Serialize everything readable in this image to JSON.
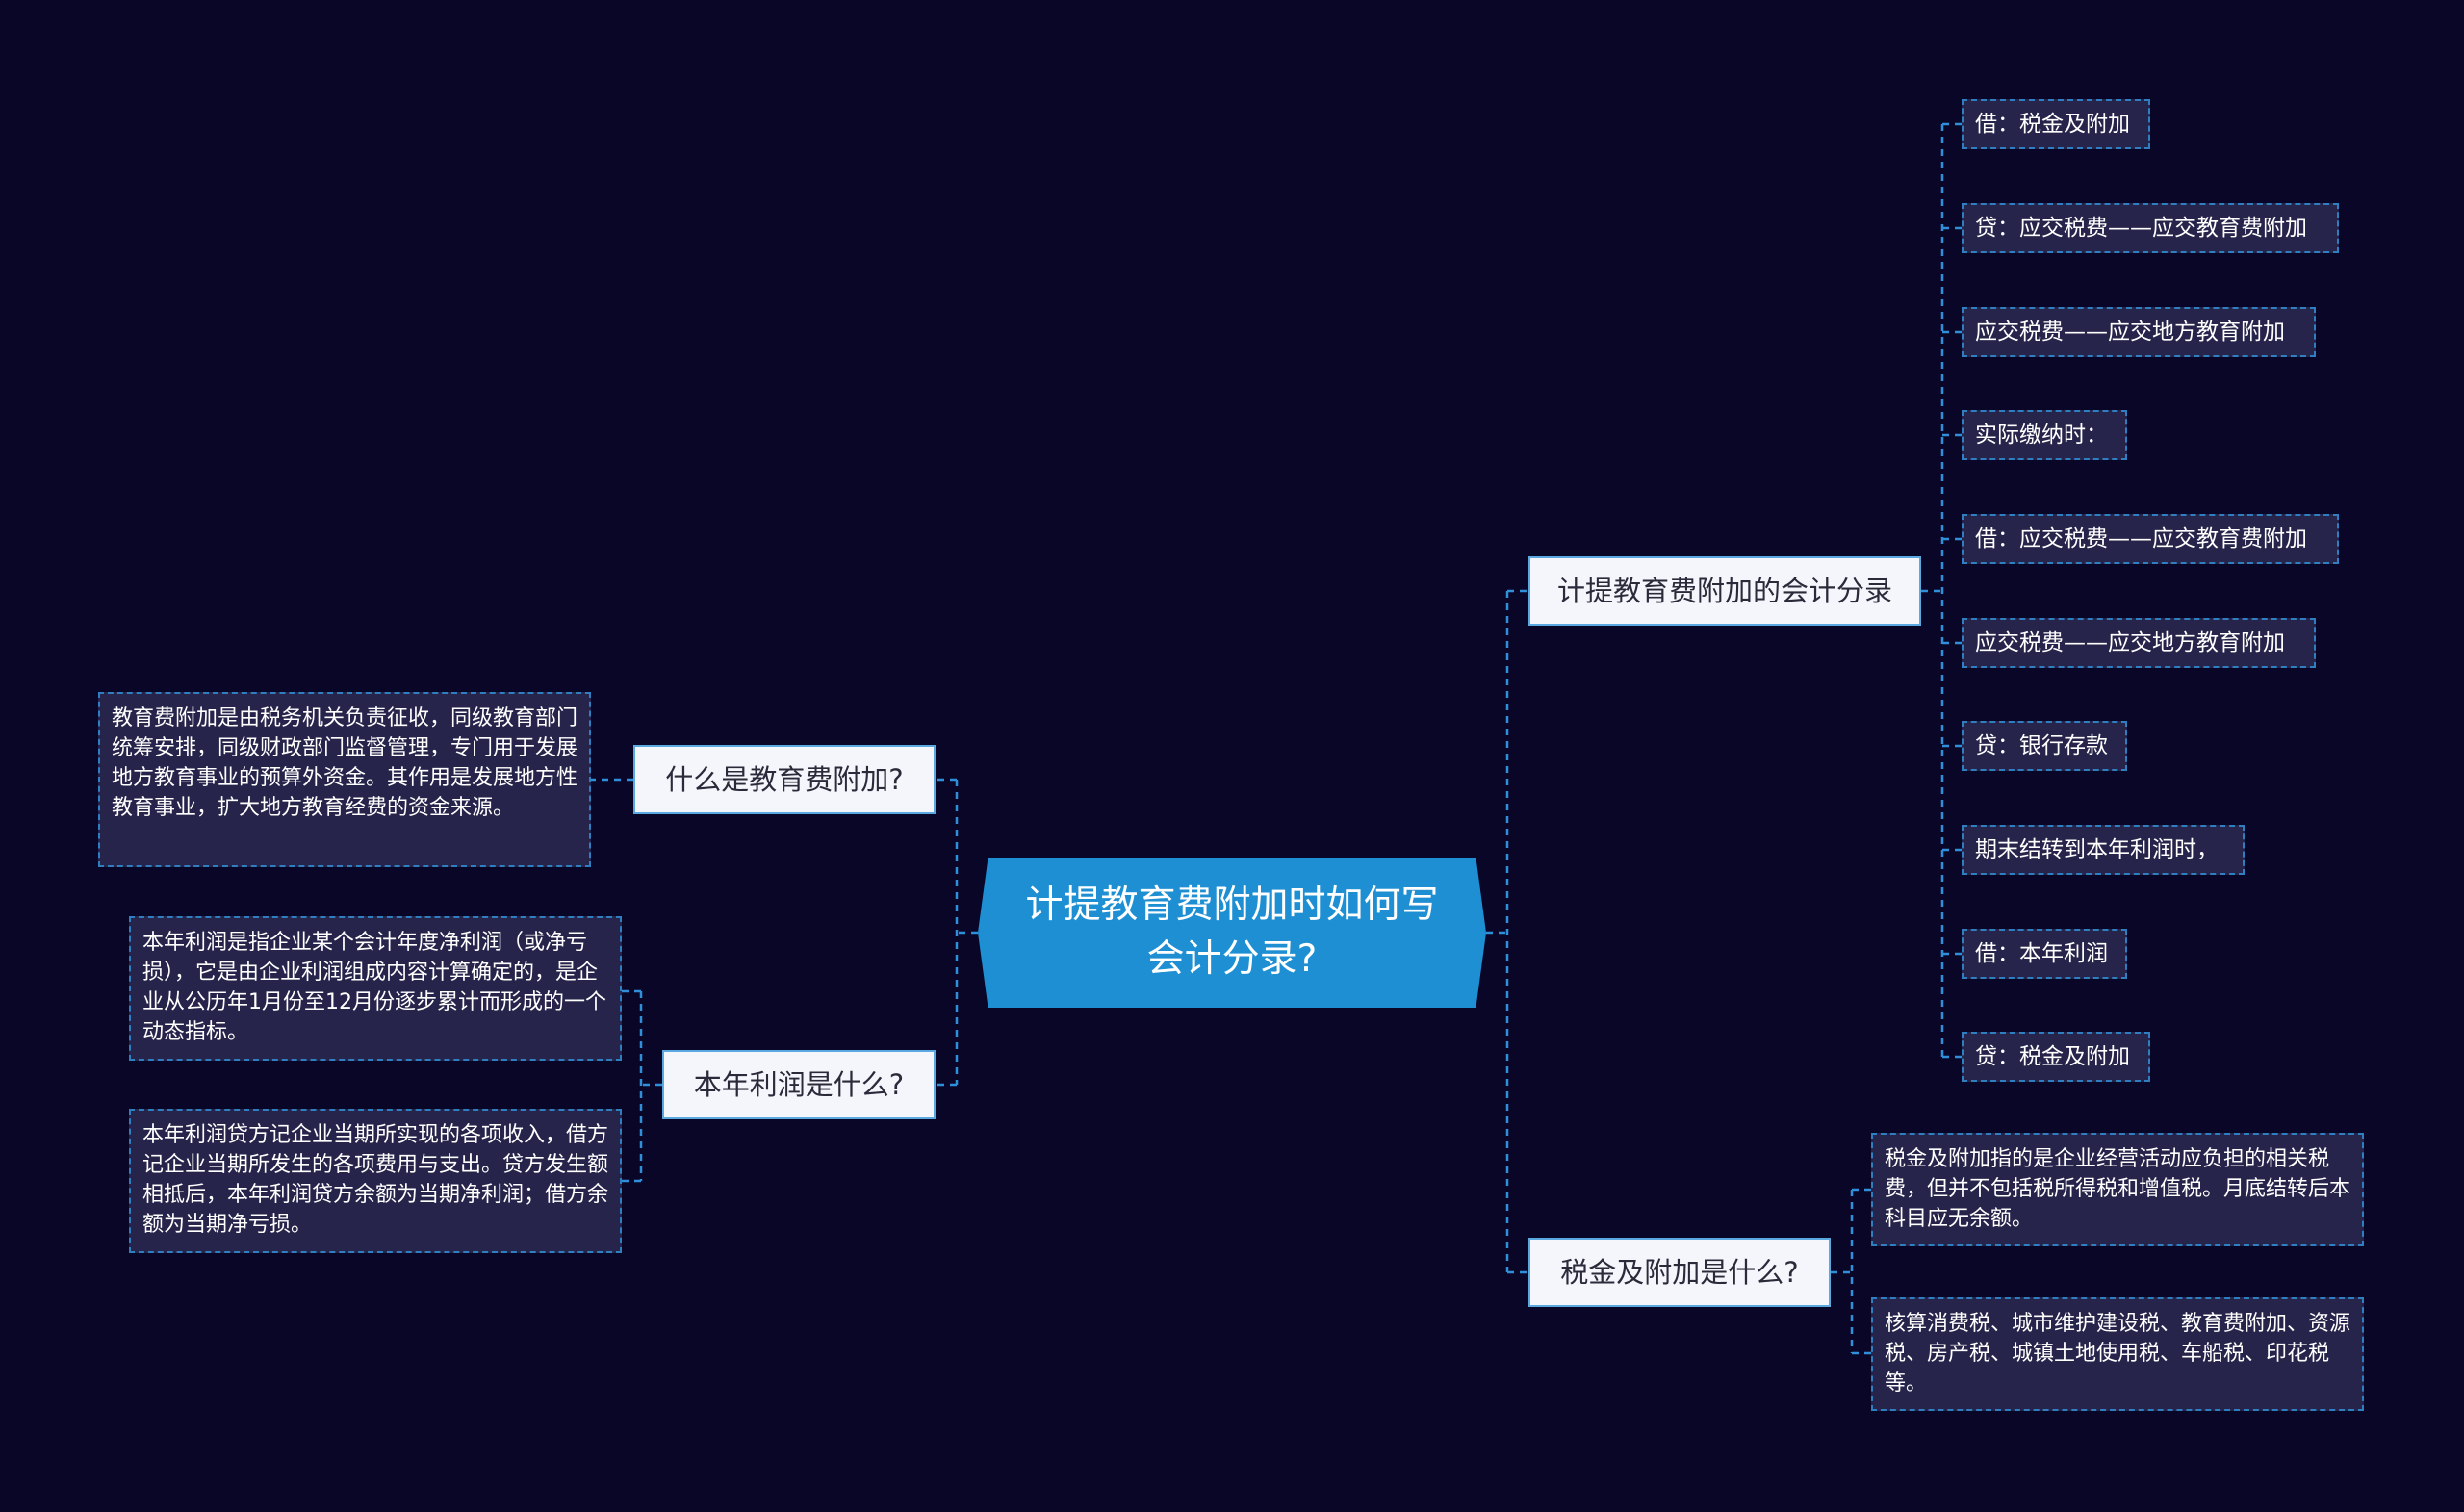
{
  "center": {
    "title": "计提教育费附加时如何写会计分录?"
  },
  "branches": {
    "entries": {
      "label": "计提教育费附加的会计分录",
      "items": [
        "借：税金及附加",
        "贷：应交税费——应交教育费附加",
        "应交税费——应交地方教育附加",
        "实际缴纳时：",
        "借：应交税费——应交教育费附加",
        "应交税费——应交地方教育附加",
        "贷：银行存款",
        "期末结转到本年利润时，",
        "借：本年利润",
        "贷：税金及附加"
      ]
    },
    "tax_surcharge": {
      "label": "税金及附加是什么?",
      "items": [
        "税金及附加指的是企业经营活动应负担的相关税费，但并不包括税所得税和增值税。月底结转后本科目应无余额。",
        "核算消费税、城市维护建设税、教育费附加、资源税、房产税、城镇土地使用税、车船税、印花税等。"
      ]
    },
    "what_is_edu": {
      "label": "什么是教育费附加?",
      "items": [
        "教育费附加是由税务机关负责征收，同级教育部门统筹安排，同级财政部门监督管理，专门用于发展地方教育事业的预算外资金。其作用是发展地方性教育事业，扩大地方教育经费的资金来源。"
      ]
    },
    "annual_profit": {
      "label": "本年利润是什么?",
      "items": [
        "本年利润是指企业某个会计年度净利润（或净亏损），它是由企业利润组成内容计算确定的，是企业从公历年1月份至12月份逐步累计而形成的一个动态指标。",
        "本年利润贷方记企业当期所实现的各项收入，借方记企业当期所发生的各项费用与支出。贷方发生额相抵后，本年利润贷方余额为当期净利润；借方余额为当期净亏损。"
      ]
    }
  },
  "colors": {
    "background": "#0a0628",
    "center_fill": "#1e8fd2",
    "connector": "#2f8fd8",
    "leaf_fill": "#26244a"
  }
}
